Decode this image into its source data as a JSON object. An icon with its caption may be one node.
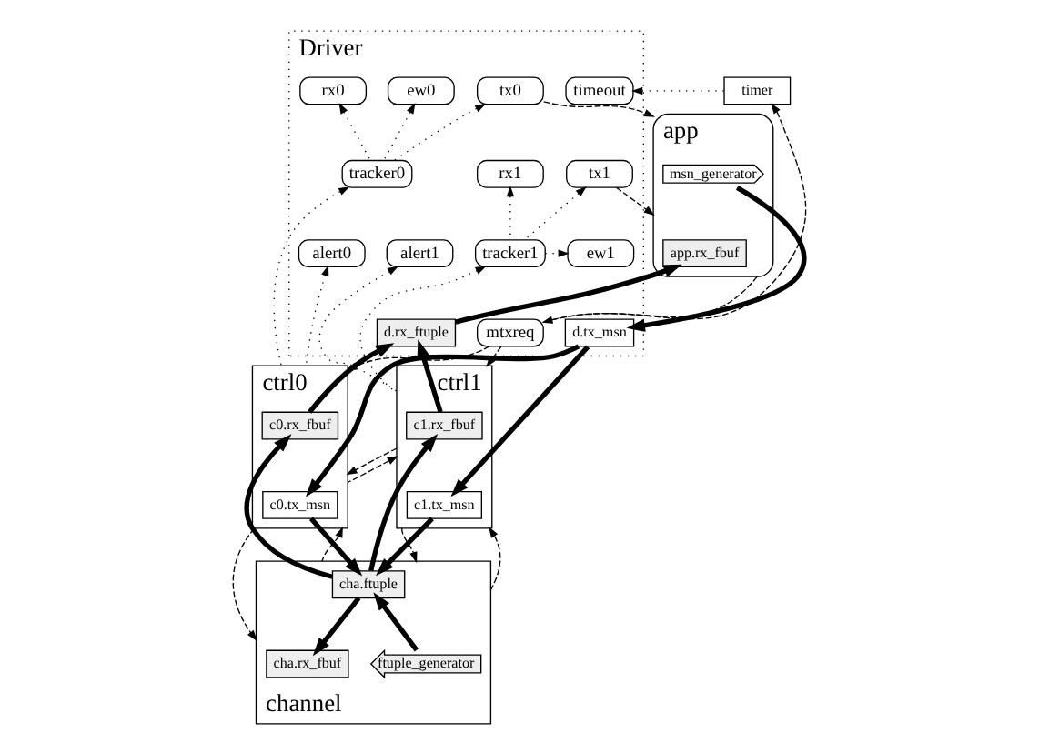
{
  "diagram": {
    "nodes": [
      {
        "text": [
          "app"
        ]
      },
      {
        "text": [
          "app.rx_fbuf"
        ],
        "in": 0
      },
      {
        "text": [
          "msn_generator"
        ],
        "in": 0
      },
      {
        "text": [
          "timer"
        ]
      },
      {
        "text": [
          "Driver"
        ]
      },
      {
        "text": [
          "tx0"
        ],
        "in": 4
      },
      {
        "text": [
          "timeout"
        ],
        "in": 4
      },
      {
        "text": [
          "rx0"
        ],
        "in": 4
      },
      {
        "text": [
          "ew0"
        ],
        "in": 4
      },
      {
        "text": [
          "tx1"
        ],
        "in": 4
      },
      {
        "text": [
          "tracker0"
        ],
        "in": 4
      },
      {
        "text": [
          "rx1"
        ],
        "in": 4
      },
      {
        "text": [
          "alert0"
        ],
        "in": 4
      },
      {
        "text": [
          "tracker1"
        ],
        "in": 4
      },
      {
        "text": [
          "ew1"
        ],
        "in": 4
      },
      {
        "text": [
          "alert1"
        ],
        "in": 4
      },
      {
        "text": [
          "mtxreq"
        ],
        "in": 4
      },
      {
        "text": [
          "d.tx_msn"
        ],
        "in": 4
      },
      {
        "text": [
          "d.rx_ftuple"
        ],
        "in": 4
      },
      {
        "text": [
          "ctrl0"
        ]
      },
      {
        "text": [
          "c0.rx_fbuf"
        ],
        "in": 19
      },
      {
        "text": [
          "c0.tx_msn"
        ],
        "in": 19
      },
      {
        "text": [
          "ctrl1"
        ]
      },
      {
        "text": [
          "c1.rx_fbuf"
        ],
        "in": 22
      },
      {
        "text": [
          "c1.tx_msn"
        ],
        "in": 22
      },
      {
        "text": [
          "channel"
        ]
      },
      {
        "text": [
          "cha.ftuple"
        ],
        "in": 25
      },
      {
        "text": [
          "cha.rx_fbuf"
        ],
        "in": 25
      },
      {
        "text": [
          "ftuple_generator"
        ],
        "in": 25
      }
    ],
    "edges": [
      {
        "from": 3,
        "to": 6,
        "arrow": "to",
        "style": "dashed"
      },
      {
        "from": 10,
        "to": 5,
        "arrow": "to",
        "style": "dashed"
      },
      {
        "from": 13,
        "to": 9,
        "arrow": "to",
        "style": "dashed"
      },
      {
        "from": 10,
        "to": 7,
        "arrow": "to",
        "style": "dashed"
      },
      {
        "from": 10,
        "to": 8,
        "arrow": "to",
        "style": "dashed"
      },
      {
        "from": 13,
        "to": 11,
        "arrow": "to",
        "style": "dashed"
      },
      {
        "from": 13,
        "to": 14,
        "arrow": "to",
        "style": "dashed"
      },
      {
        "from": 19,
        "to": 10,
        "arrow": "to",
        "style": "dashed"
      },
      {
        "from": 19,
        "to": 12,
        "arrow": "to",
        "style": "dashed"
      },
      {
        "from": 22,
        "to": 13,
        "arrow": "to",
        "style": "dashed"
      },
      {
        "from": 22,
        "to": 15,
        "arrow": "to",
        "style": "dashed"
      },
      {
        "from": 5,
        "to": 0,
        "arrow": "to",
        "style": "dashed"
      },
      {
        "from": 9,
        "to": 0,
        "arrow": "to",
        "style": "dashed"
      },
      {
        "from": 0,
        "to": 16,
        "arrow": "to",
        "style": "dashed"
      },
      {
        "from": 16,
        "to": 3,
        "arrow": "to",
        "style": "dashed"
      },
      {
        "from": 16,
        "to": 19,
        "arrow": "to",
        "style": "dashed"
      },
      {
        "from": 16,
        "to": 22,
        "arrow": "to",
        "style": "dashed"
      },
      {
        "from": 22,
        "to": 19,
        "arrow": "to",
        "style": "dashed"
      },
      {
        "from": 19,
        "to": 22,
        "arrow": "to",
        "style": "dashed"
      },
      {
        "from": 19,
        "to": 25,
        "arrow": "to",
        "style": "dashed"
      },
      {
        "from": 25,
        "to": 19,
        "arrow": "to",
        "style": "dashed"
      },
      {
        "from": 22,
        "to": 25,
        "arrow": "to",
        "style": "dashed"
      },
      {
        "from": 25,
        "to": 22,
        "arrow": "to",
        "style": "dashed"
      },
      {
        "from": 2,
        "to": 17,
        "arrow": "to",
        "style": "thick"
      },
      {
        "from": 17,
        "to": 21,
        "arrow": "to",
        "style": "thick"
      },
      {
        "from": 17,
        "to": 24,
        "arrow": "to",
        "style": "thick"
      },
      {
        "from": 18,
        "to": 1,
        "arrow": "to",
        "style": "thick"
      },
      {
        "from": 20,
        "to": 18,
        "arrow": "to",
        "style": "thick"
      },
      {
        "from": 23,
        "to": 18,
        "arrow": "to",
        "style": "thick"
      },
      {
        "from": 26,
        "to": 20,
        "arrow": "to",
        "style": "thick"
      },
      {
        "from": 26,
        "to": 23,
        "arrow": "to",
        "style": "thick"
      },
      {
        "from": 21,
        "to": 26,
        "arrow": "to",
        "style": "thick"
      },
      {
        "from": 24,
        "to": 26,
        "arrow": "to",
        "style": "thick"
      },
      {
        "from": 26,
        "to": 27,
        "arrow": "to",
        "style": "thick"
      },
      {
        "from": 28,
        "to": 26,
        "arrow": "to",
        "style": "thick"
      }
    ]
  }
}
